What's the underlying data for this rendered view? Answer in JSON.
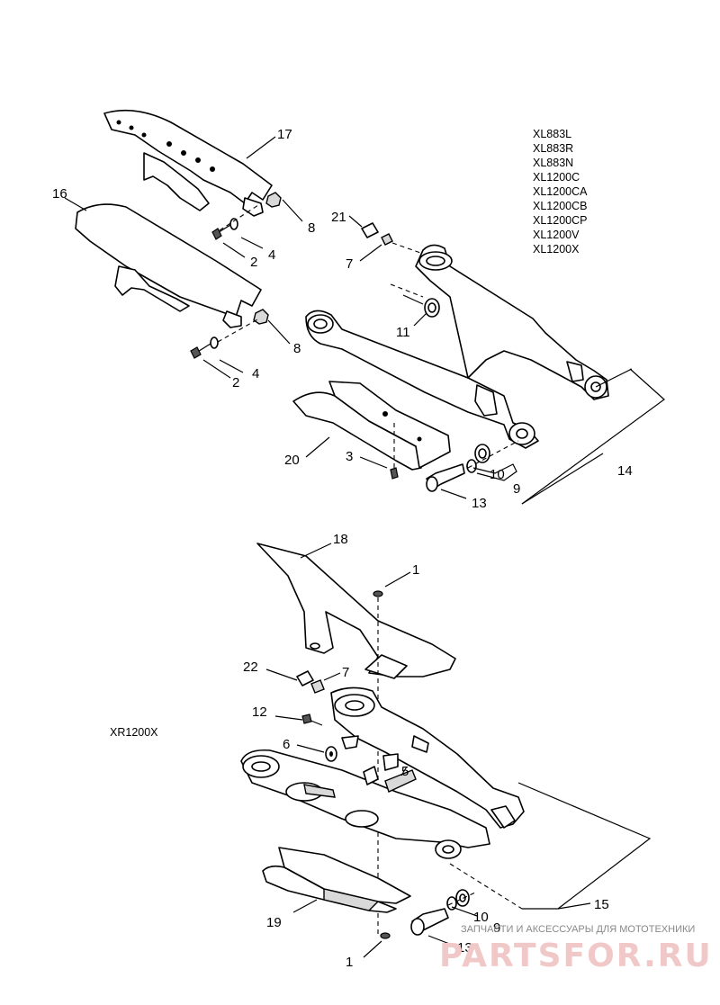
{
  "model_lists": {
    "top": [
      "XL883L",
      "XL883R",
      "XL883N",
      "XL1200C",
      "XL1200CA",
      "XL1200CB",
      "XL1200CP",
      "XL1200V",
      "XL1200X"
    ],
    "bottom": [
      "XR1200X"
    ]
  },
  "callouts": {
    "top": {
      "n17": "17",
      "n16": "16",
      "n8a": "8",
      "n8b": "8",
      "n4a": "4",
      "n4b": "4",
      "n2a": "2",
      "n2b": "2",
      "n21": "21",
      "n7": "7",
      "n11": "11",
      "n20": "20",
      "n3": "3",
      "n10": "10",
      "n9": "9",
      "n13": "13",
      "n14": "14"
    },
    "bottom": {
      "n18": "18",
      "n1a": "1",
      "n22": "22",
      "n7": "7",
      "n12": "12",
      "n6": "6",
      "n5": "5",
      "n15": "15",
      "n19": "19",
      "n10": "10",
      "n9": "9",
      "n13": "13",
      "n1b": "1"
    }
  },
  "watermark": {
    "caption": "ЗАПЧАСТИ И АКСЕССУАРЫ ДЛЯ МОТОТЕХНИКИ",
    "logo": "PARTSFOR.RU"
  }
}
